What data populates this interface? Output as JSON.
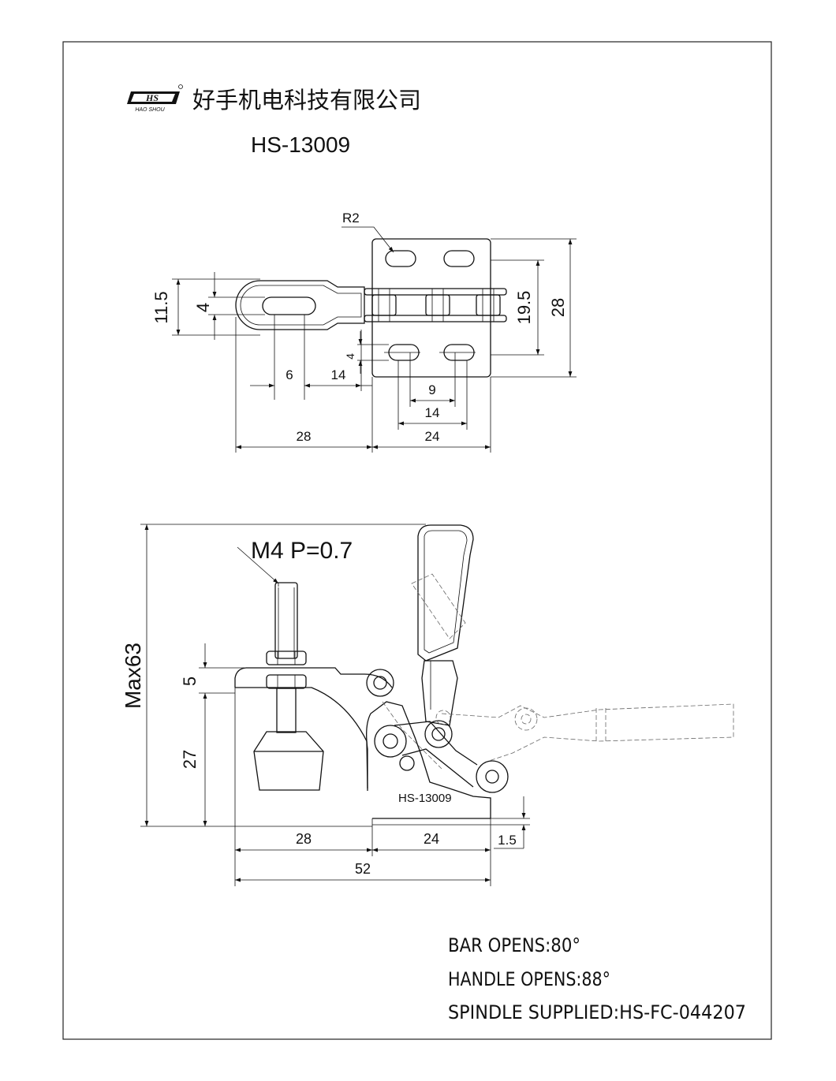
{
  "company": {
    "logo_text": "HS",
    "logo_subtext": "HAO SHOU",
    "name": "好手机电科技有限公司"
  },
  "model": "HS-13009",
  "top_view": {
    "dims": {
      "r2": "R2",
      "d11_5": "11.5",
      "d4_left": "4",
      "d6": "6",
      "d14_left": "14",
      "d4_slot": "4",
      "d9": "9",
      "d14_bottom": "14",
      "d28_bottom": "28",
      "d24_bottom": "24",
      "d19_5": "19.5",
      "d28_right": "28"
    }
  },
  "side_view": {
    "thread_label": "M4 P=0.7",
    "body_label": "HS-13009",
    "dims": {
      "max63": "Max63",
      "d5": "5",
      "d27": "27",
      "d28": "28",
      "d24": "24",
      "d1_5": "1.5",
      "d52": "52"
    }
  },
  "specs": [
    "BAR OPENS:80°",
    "HANDLE OPENS:88°",
    "SPINDLE SUPPLIED:HS-FC-044207"
  ]
}
